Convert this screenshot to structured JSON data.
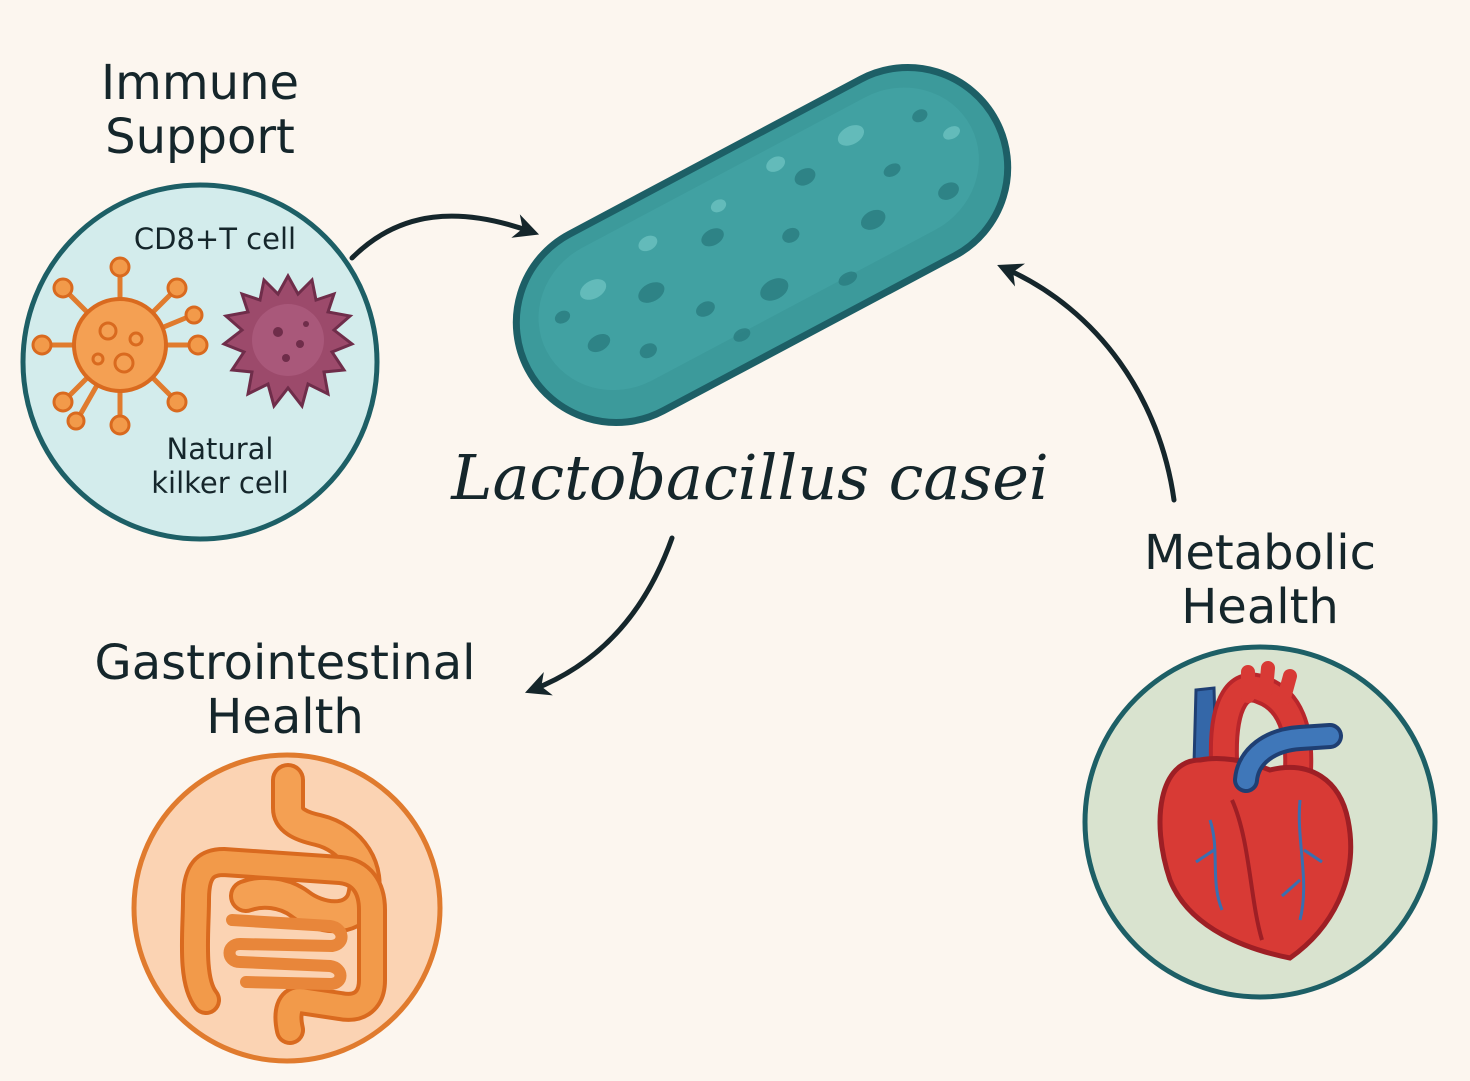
{
  "central": {
    "label": "Lactobacillus casei",
    "body_color": "#3c9a9b",
    "outline_color": "#1d5f66"
  },
  "immune": {
    "title_line1": "Immune",
    "title_line2": "Support",
    "cell1_label": "CD8+T cell",
    "cell2_label_line1": "Natural",
    "cell2_label_line2": "kilker cell",
    "circle_fill": "#d3ecec"
  },
  "gastro": {
    "title_line1": "Gastrointestinal",
    "title_line2": "Health",
    "circle_fill": "#fbd3b3"
  },
  "metabolic": {
    "title_line1": "Metabolic",
    "title_line2": "Health",
    "circle_fill": "#d9e3cf"
  },
  "icons": [
    "bacterium-icon",
    "t-cell-icon",
    "nk-cell-icon",
    "intestine-icon",
    "heart-icon",
    "arrow-icon"
  ]
}
